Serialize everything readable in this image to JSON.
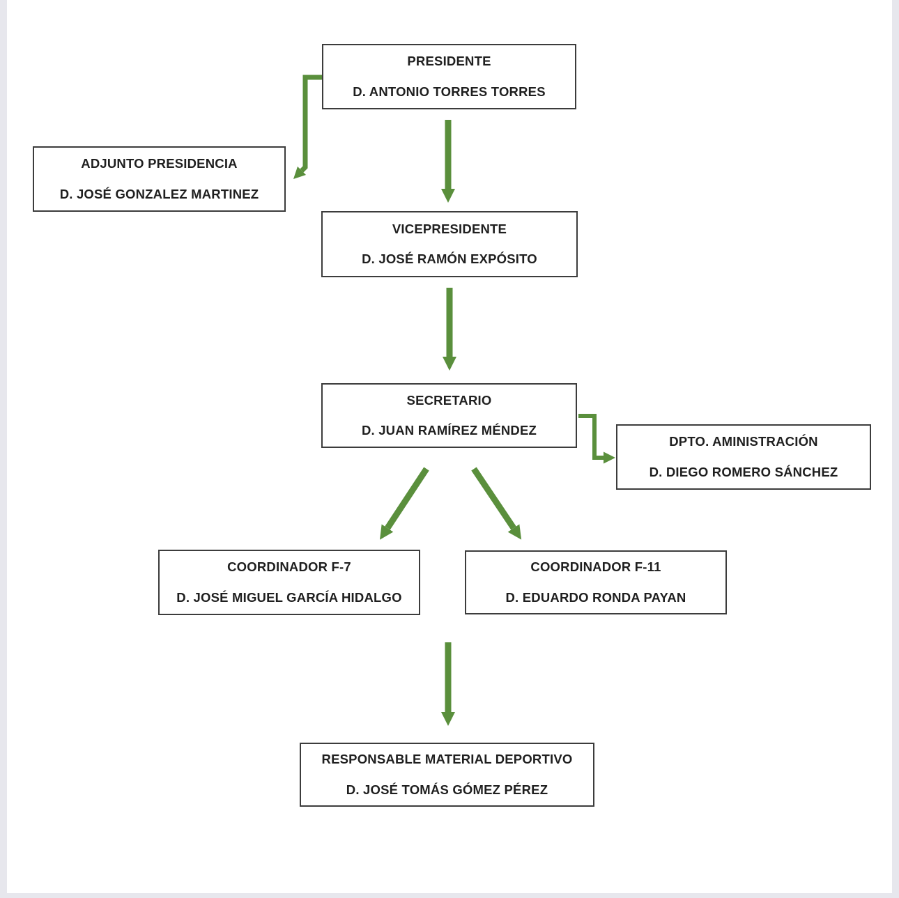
{
  "diagram": {
    "type": "org-chart",
    "nodes": {
      "presidente": {
        "title": "PRESIDENTE",
        "person": "D. ANTONIO TORRES TORRES"
      },
      "adjunto_presidencia": {
        "title": "ADJUNTO PRESIDENCIA",
        "person": "D. JOSÉ GONZALEZ MARTINEZ"
      },
      "vicepresidente": {
        "title": "VICEPRESIDENTE",
        "person": "D. JOSÉ RAMÓN EXPÓSITO"
      },
      "secretario": {
        "title": "SECRETARIO",
        "person": "D. JUAN RAMÍREZ MÉNDEZ"
      },
      "dpto_administracion": {
        "title": "DPTO. AMINISTRACIÓN",
        "person": "D. DIEGO ROMERO SÁNCHEZ"
      },
      "coordinador_f7": {
        "title": "COORDINADOR F-7",
        "person": "D. JOSÉ MIGUEL GARCÍA HIDALGO"
      },
      "coordinador_f11": {
        "title": "COORDINADOR F-11",
        "person": "D. EDUARDO RONDA PAYAN"
      },
      "responsable_material": {
        "title": "RESPONSABLE MATERIAL DEPORTIVO",
        "person": "D. JOSÉ TOMÁS GÓMEZ PÉREZ"
      }
    },
    "edges": [
      {
        "from": "presidente",
        "to": "adjunto_presidencia",
        "style": "elbow"
      },
      {
        "from": "presidente",
        "to": "vicepresidente",
        "style": "straight"
      },
      {
        "from": "vicepresidente",
        "to": "secretario",
        "style": "straight"
      },
      {
        "from": "secretario",
        "to": "dpto_administracion",
        "style": "elbow"
      },
      {
        "from": "secretario",
        "to": "coordinador_f7",
        "style": "diagonal"
      },
      {
        "from": "secretario",
        "to": "coordinador_f11",
        "style": "diagonal"
      },
      {
        "from": "coordinadores",
        "to": "responsable_material",
        "style": "straight"
      }
    ],
    "colors": {
      "arrow_green": "#5a8f3c",
      "box_border": "#3c3c3c",
      "text": "#1f1f1f",
      "page_edge": "#e7e7ed"
    }
  }
}
